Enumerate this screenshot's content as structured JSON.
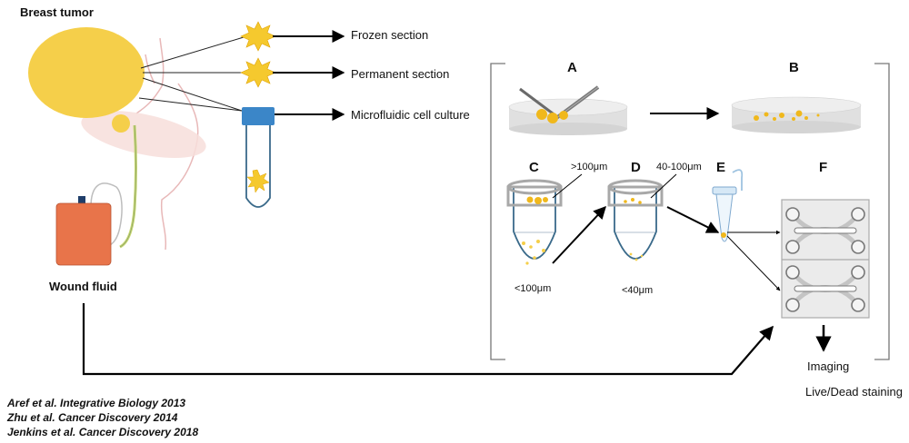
{
  "labels": {
    "breast_tumor": "Breast tumor",
    "wound_fluid": "Wound fluid",
    "frozen_section": "Frozen section",
    "permanent_section": "Permanent section",
    "microfluidic_culture": "Microfluidic cell culture",
    "imaging": "Imaging",
    "live_dead": "Live/Dead staining"
  },
  "panels": [
    "A",
    "B",
    "C",
    "D",
    "E",
    "F"
  ],
  "sizes": {
    "gt100": ">100μm",
    "lt100": "<100μm",
    "range40_100": "40-100μm",
    "lt40": "<40μm"
  },
  "references": [
    "Aref et al. Integrative Biology 2013",
    "Zhu et al. Cancer Discovery 2014",
    "Jenkins et al. Cancer Discovery 2018"
  ],
  "colors": {
    "tumor": "#f5cf4a",
    "fragment": "#f0b81c",
    "bag": "#e8744a",
    "cap": "#3b86c8",
    "tube_outline": "#3a6a8a",
    "gray": "#cccccc"
  }
}
